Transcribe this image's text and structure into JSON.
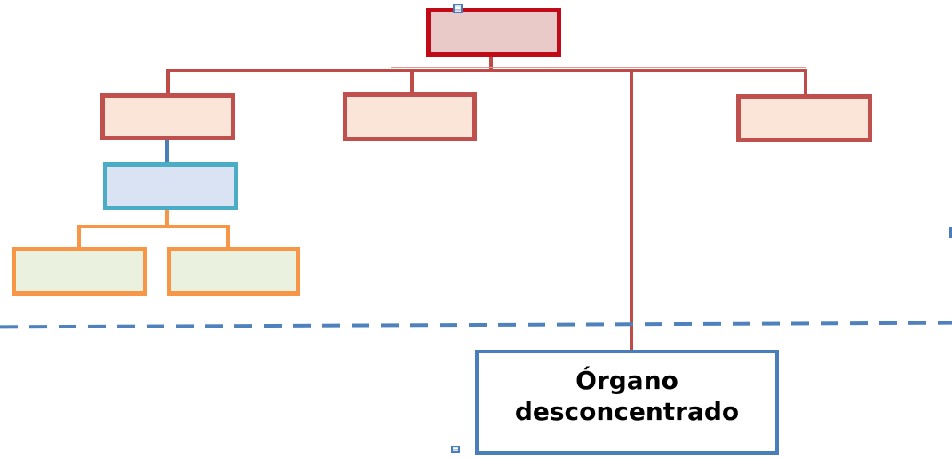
{
  "diagram": {
    "type": "org-chart",
    "nodes": {
      "root": {
        "label": ""
      },
      "branch_left": {
        "label": ""
      },
      "branch_middle": {
        "label": ""
      },
      "branch_right": {
        "label": ""
      },
      "sub_blue": {
        "label": ""
      },
      "leaf_green_left": {
        "label": ""
      },
      "leaf_green_right": {
        "label": ""
      },
      "organo": {
        "label": "Órgano desconcentrado"
      }
    },
    "divider": {
      "style": "dashed"
    }
  },
  "colors": {
    "root-border": "#C00A18",
    "root-fill": "#EAC9C9",
    "branch-border": "#C0504D",
    "branch-fill": "#FBE5D8",
    "rail": "#BE4B48",
    "rail-light": "#D99694",
    "teal-border": "#4BACC6",
    "blue-fill": "#DAE3F3",
    "steel-blue": "#4A7EBB",
    "orange": "#F79646",
    "green-fill": "#EAF1DF",
    "dash": "#4F81BD",
    "organo-border": "#4A7EBB",
    "text": "#000000",
    "background": "#FFFFFF"
  }
}
